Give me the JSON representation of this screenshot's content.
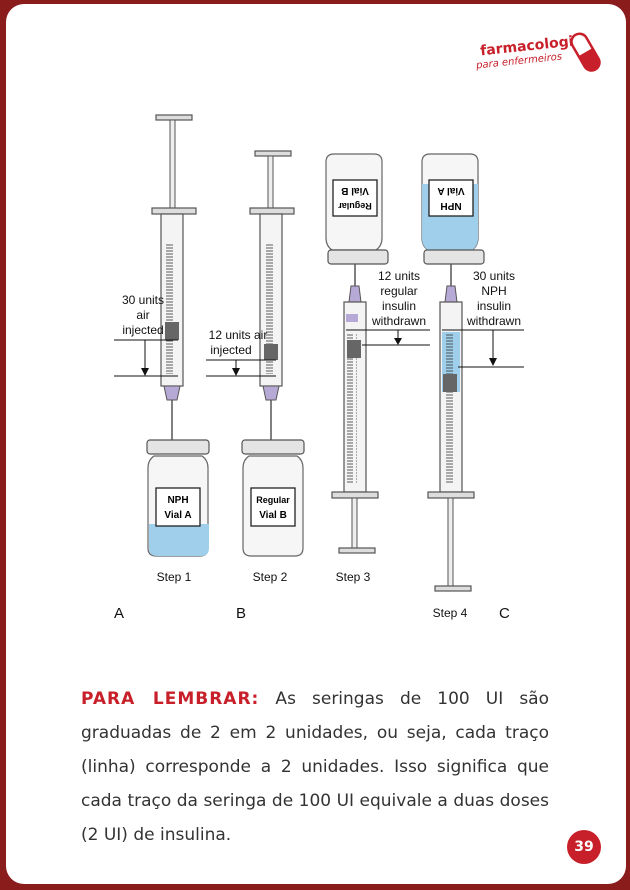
{
  "brand": {
    "title": "farmacologia",
    "subtitle": "para enfermeiros",
    "icon": "pill-capsule-icon",
    "color": "#c8202a"
  },
  "figure": {
    "panel_letters": [
      "A",
      "B",
      "C"
    ],
    "steps": [
      "Step 1",
      "Step 2",
      "Step 3",
      "Step 4"
    ],
    "vials": {
      "nph_line1": "NPH",
      "nph_line2": "Vial A",
      "regular_line1": "Regular",
      "regular_line2": "Vial B"
    },
    "annotations": {
      "step1": [
        "30 units",
        "air",
        "injected"
      ],
      "step2": [
        "12 units air",
        "injected"
      ],
      "step3": [
        "12 units",
        "regular",
        "insulin",
        "withdrawn"
      ],
      "step4": [
        "30 units",
        "NPH",
        "insulin",
        "withdrawn"
      ]
    },
    "colors": {
      "insulin": "#9fcfea",
      "syringe_plunger": "#b7a9d6"
    }
  },
  "remember": {
    "lead": "PARA LEMBRAR:",
    "text": " As seringas de 100 UI são graduadas de 2 em 2 unidades, ou seja, cada traço (linha) corresponde a 2 unidades. Isso significa que cada traço da seringa de 100 UI equivale a duas doses (2 UI) de insulina."
  },
  "page_number": "39"
}
